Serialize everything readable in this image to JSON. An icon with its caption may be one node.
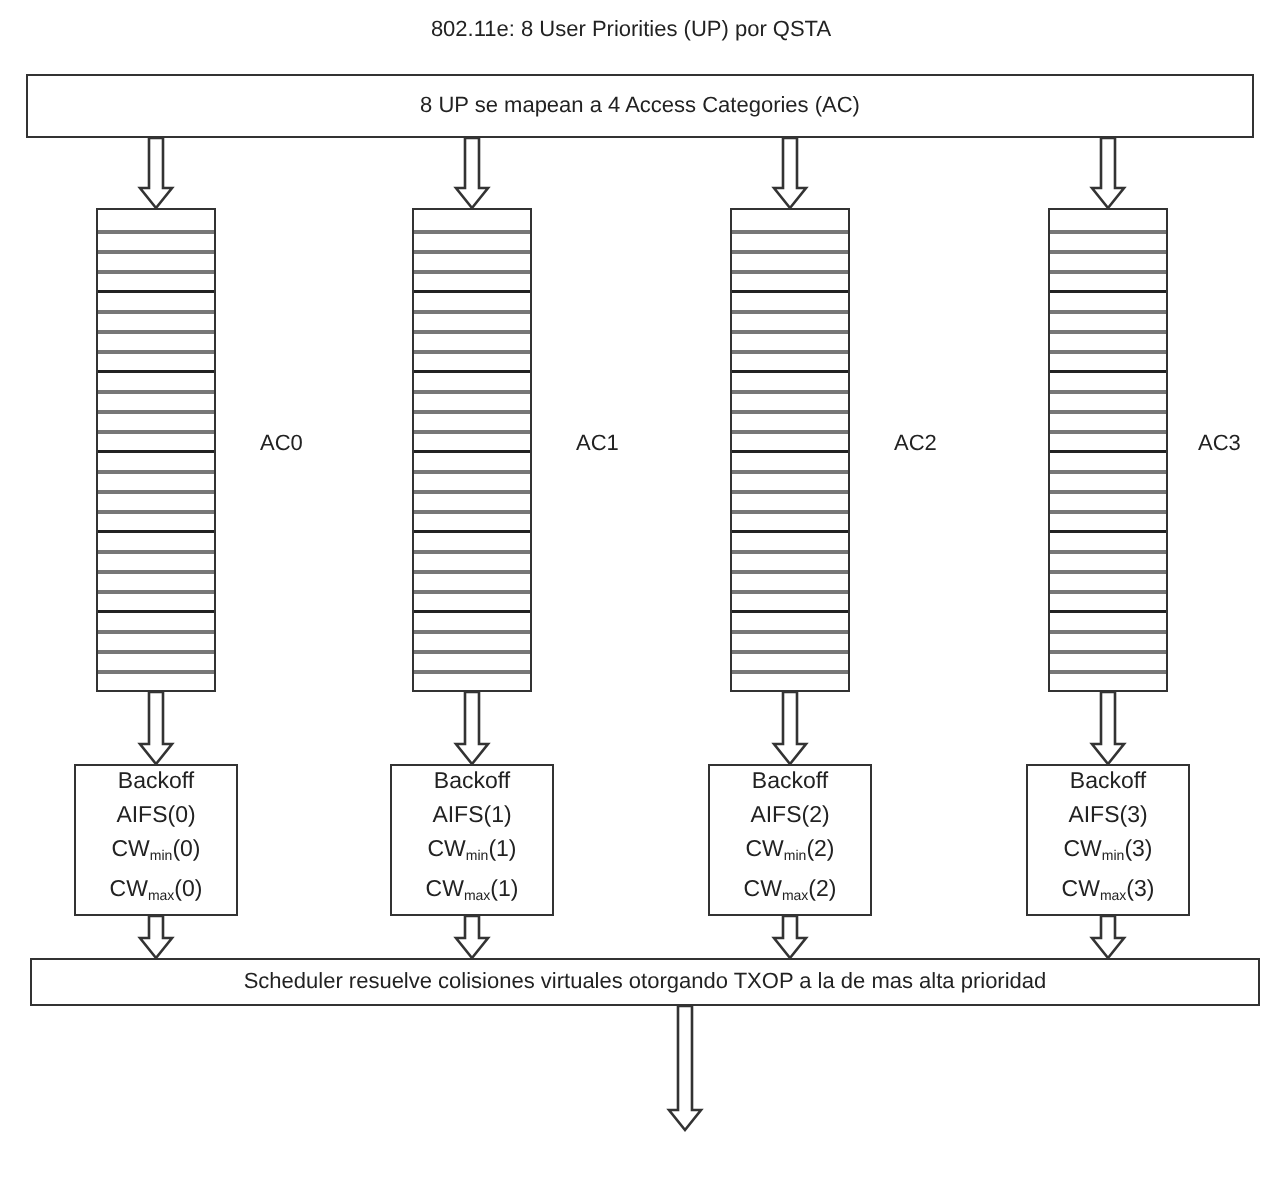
{
  "diagram": {
    "title": "802.11e: 8 User Priorities (UP) por QSTA",
    "nodes": [
      {
        "text": [
          "8 UP se mapean a 4 Access Categories (AC)"
        ]
      },
      {
        "text": [],
        "shape": "box",
        "beside": [
          "AC0"
        ]
      },
      {
        "text": [],
        "shape": "box",
        "beside": [
          "AC1"
        ]
      },
      {
        "text": [],
        "shape": "box",
        "beside": [
          "AC2"
        ]
      },
      {
        "text": [],
        "shape": "box",
        "beside": [
          "AC3"
        ]
      },
      {
        "text": [
          "Backoff",
          "AIFS(0)",
          "CW$_{min}$(0)",
          "CW$_{max}$(0)"
        ]
      },
      {
        "text": [
          "Backoff",
          "AIFS(1)",
          "CW$_{min}$(1)",
          "CW$_{max}$(1)"
        ]
      },
      {
        "text": [
          "Backoff",
          "AIFS(2)",
          "CW$_{min}$(2)",
          "CW$_{max}$(2)"
        ]
      },
      {
        "text": [
          "Backoff",
          "AIFS(3)",
          "CW$_{min}$(3)",
          "CW$_{max}$(3)"
        ]
      },
      {
        "text": [
          "Scheduler resuelve colisiones virtuales otorgando TXOP a la de mas alta prioridad"
        ]
      }
    ],
    "edges": [
      {
        "from": 0,
        "to": 1,
        "arrow": "to"
      },
      {
        "from": 0,
        "to": 2,
        "arrow": "to"
      },
      {
        "from": 0,
        "to": 3,
        "arrow": "to"
      },
      {
        "from": 0,
        "to": 4,
        "arrow": "to"
      },
      {
        "from": 1,
        "to": 5,
        "arrow": "to"
      },
      {
        "from": 2,
        "to": 6,
        "arrow": "to"
      },
      {
        "from": 3,
        "to": 7,
        "arrow": "to"
      },
      {
        "from": 4,
        "to": 8,
        "arrow": "to"
      },
      {
        "from": 5,
        "to": 9,
        "arrow": "to"
      },
      {
        "from": 6,
        "to": 9,
        "arrow": "to"
      },
      {
        "from": 7,
        "to": 9,
        "arrow": "to"
      },
      {
        "from": 8,
        "to": 9,
        "arrow": "to"
      },
      {
        "from": 9,
        "to": null,
        "arrow": "to"
      }
    ]
  }
}
